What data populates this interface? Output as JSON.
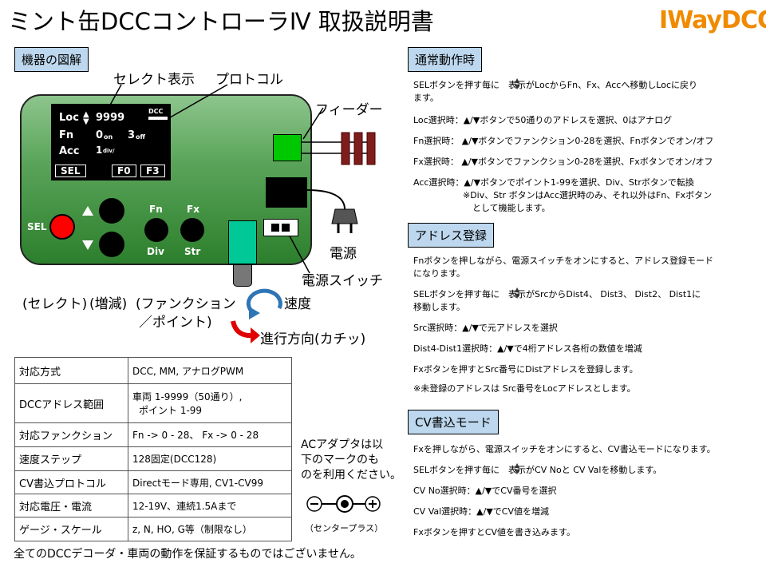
{
  "header": {
    "title": "ミント缶DCCコントローラⅣ 取扱説明書",
    "logo": "IWayDCC"
  },
  "diagram": {
    "section_label": "機器の図解",
    "callouts": {
      "select_display": "セレクト表示",
      "protocol": "プロトコル",
      "feeder": "フィーダー",
      "power": "電源",
      "power_switch": "電源スイッチ",
      "speed": "速度",
      "direction": "進行方向(カチッ)"
    },
    "lcd": {
      "row1_label": "Loc",
      "row1_value": "9999",
      "protocol_badge": "DCC",
      "row2_label": "Fn",
      "row2_value1": "0",
      "row2_unit1": "on",
      "row2_value2": "3",
      "row2_unit2": "off",
      "row3_label": "Acc",
      "row3_value": "1",
      "row3_unit": "div/",
      "soft_keys": [
        "SEL",
        "F0",
        "F3"
      ]
    },
    "buttons": {
      "sel": "SEL",
      "fn": "Fn",
      "fx": "Fx",
      "div": "Div",
      "str": "Str"
    },
    "below_labels": {
      "select": "(セレクト)",
      "up_down": "(増減)",
      "function_line1": "(ファンクション",
      "function_line2": "／ポイント)"
    }
  },
  "specs": [
    {
      "key": "対応方式",
      "value": "DCC, MM, アナログPWM"
    },
    {
      "key": "DCCアドレス範囲",
      "value": "車両 1-9999（50通り）,",
      "value2": "ポイント 1-99"
    },
    {
      "key": "対応ファンクション",
      "value": "Fn -> 0 - 28、 Fx -> 0 - 28"
    },
    {
      "key": "速度ステップ",
      "value": "128固定(DCC128)"
    },
    {
      "key": "CV書込プロトコル",
      "value": "Directモード専用, CV1-CV99"
    },
    {
      "key": "対応電圧・電流",
      "value": "12-19V、連続1.5Aまで"
    },
    {
      "key": "ゲージ・スケール",
      "value": "z, N, HO, G等（制限なし）"
    }
  ],
  "adapter": {
    "text_lines": [
      "ACアダプタは以",
      "下のマークのも",
      "のを利用ください。"
    ],
    "polarity_caption": "（センタープラス）"
  },
  "footer_note": "全てのDCCデコーダ・車両の動作を保証するものではございません。",
  "normal_operation": {
    "label": "通常動作時",
    "lines": [
      "SELボタンを押す毎に　表示がLocからFn、Fx、Accへ移動しLocに戻り",
      "ます。",
      "Loc選択時：▲/▼ボタンで50通りのアドレスを選択、0はアナログ",
      "Fn選択時： ▲/▼ボタンでファンクション0-28を選択、Fnボタンでオン/オフ",
      "Fx選択時： ▲/▼ボタンでファンクション0-28を選択、Fxボタンでオン/オフ",
      "Acc選択時：▲/▼ボタンでポイント1-99を選択、Div、Strボタンで転換",
      "※Div、Str ボタンはAcc選択時のみ、それ以外はFn、Fxボタン",
      "として機能します。"
    ]
  },
  "address_registration": {
    "label": "アドレス登録",
    "lines": [
      "Fnボタンを押しながら、電源スイッチをオンにすると、アドレス登録モード",
      "になります。",
      "SELボタンを押す毎に　表示がSrcからDist4、 Dist3、 Dist2、 Dist1に",
      "移動します。",
      "Src選択時：▲/▼で元アドレスを選択",
      "Dist4-Dist1選択時：▲/▼で4桁アドレス各桁の数値を増減",
      "Fxボタンを押すとSrc番号にDistアドレスを登録します。",
      "※未登録のアドレスは Src番号をLocアドレスとします。"
    ]
  },
  "cv_write": {
    "label": "CV書込モード",
    "lines": [
      "Fxを押しながら、電源スイッチをオンにすると、CV書込モードになります。",
      "SELボタンを押す毎に　表示がCV Noと CV Valを移動します。",
      "CV No選択時：▲/▼でCV番号を選択",
      "CV Val選択時：▲/▼でCV値を増減",
      "Fxボタンを押すとCV値を書き込みます。"
    ]
  }
}
